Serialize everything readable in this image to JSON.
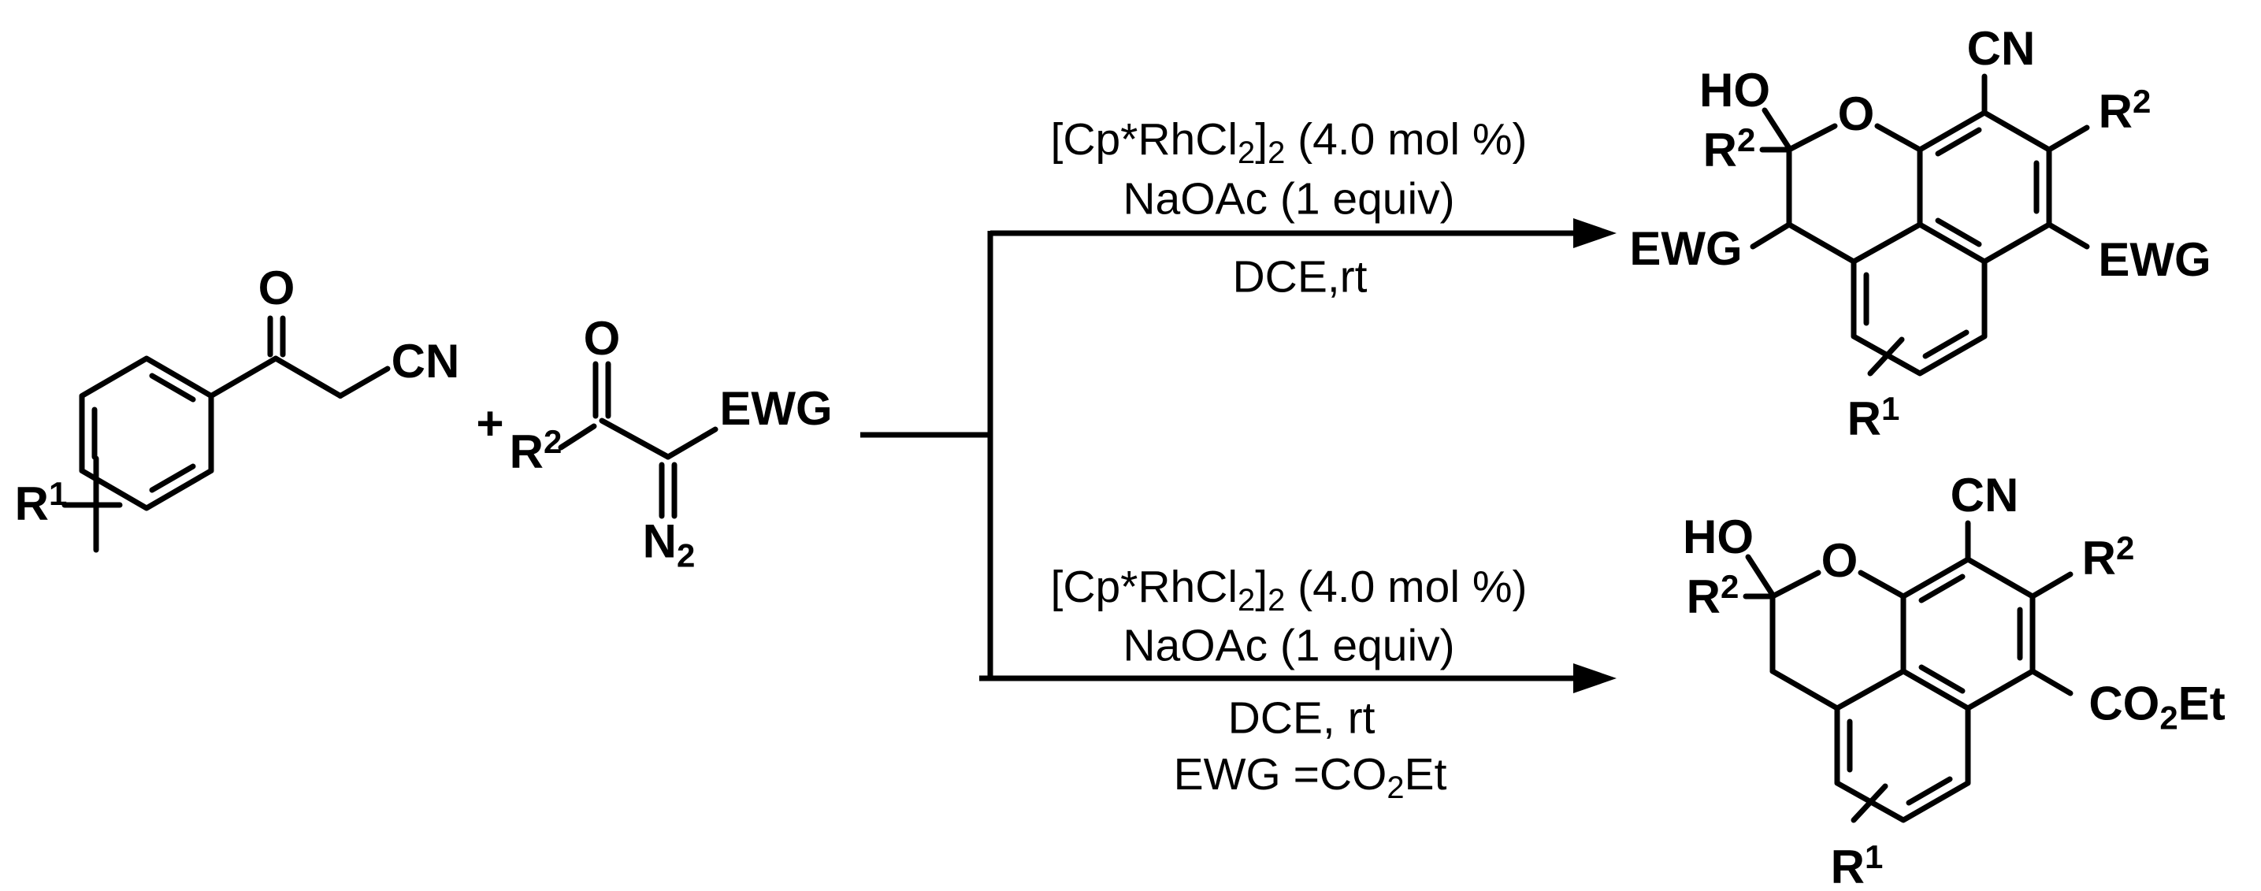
{
  "colors": {
    "ink": "#000000",
    "background": "#ffffff"
  },
  "plus_sign": "+",
  "reactant_nitrile": {
    "ketone_oxygen": "O",
    "nitrile_group": "CN",
    "r1_label": [
      {
        "t": "R"
      },
      {
        "t": "1",
        "v": "sup"
      }
    ]
  },
  "reactant_diazo": {
    "r2_label": [
      {
        "t": "R"
      },
      {
        "t": "2",
        "v": "sup"
      }
    ],
    "ketone_oxygen": "O",
    "ewg_label": "EWG",
    "diazo_group": [
      {
        "t": "N"
      },
      {
        "t": "2",
        "v": "sub"
      }
    ]
  },
  "arrow_top": {
    "line1": [
      {
        "t": "[Cp*RhCl"
      },
      {
        "t": "2",
        "v": "sub"
      },
      {
        "t": "]"
      },
      {
        "t": "2",
        "v": "sub"
      },
      {
        "t": " (4.0 mol %)"
      }
    ],
    "line2": "NaOAc (1 equiv)",
    "line3": "DCE,rt"
  },
  "arrow_bottom": {
    "line1": [
      {
        "t": "[Cp*RhCl"
      },
      {
        "t": "2",
        "v": "sub"
      },
      {
        "t": "]"
      },
      {
        "t": "2",
        "v": "sub"
      },
      {
        "t": " (4.0 mol %)"
      }
    ],
    "line2": "NaOAc (1 equiv)",
    "line3": "DCE, rt",
    "line4": [
      {
        "t": "EWG =CO"
      },
      {
        "t": "2",
        "v": "sub"
      },
      {
        "t": "Et"
      }
    ]
  },
  "product_top": {
    "hydroxyl": "HO",
    "ring_oxygen": "O",
    "nitrile_group": "CN",
    "r2_left": [
      {
        "t": "R"
      },
      {
        "t": "2",
        "v": "sup"
      }
    ],
    "r2_right": [
      {
        "t": "R"
      },
      {
        "t": "2",
        "v": "sup"
      }
    ],
    "ewg_left": "EWG",
    "ewg_right": "EWG",
    "r1_label": [
      {
        "t": "R"
      },
      {
        "t": "1",
        "v": "sup"
      }
    ]
  },
  "product_bottom": {
    "hydroxyl": "HO",
    "ring_oxygen": "O",
    "nitrile_group": "CN",
    "r2_left": [
      {
        "t": "R"
      },
      {
        "t": "2",
        "v": "sup"
      }
    ],
    "r2_right": [
      {
        "t": "R"
      },
      {
        "t": "2",
        "v": "sup"
      }
    ],
    "ester_group": [
      {
        "t": "CO"
      },
      {
        "t": "2",
        "v": "sub"
      },
      {
        "t": "Et"
      }
    ],
    "r1_label": [
      {
        "t": "R"
      },
      {
        "t": "1",
        "v": "sup"
      }
    ]
  }
}
